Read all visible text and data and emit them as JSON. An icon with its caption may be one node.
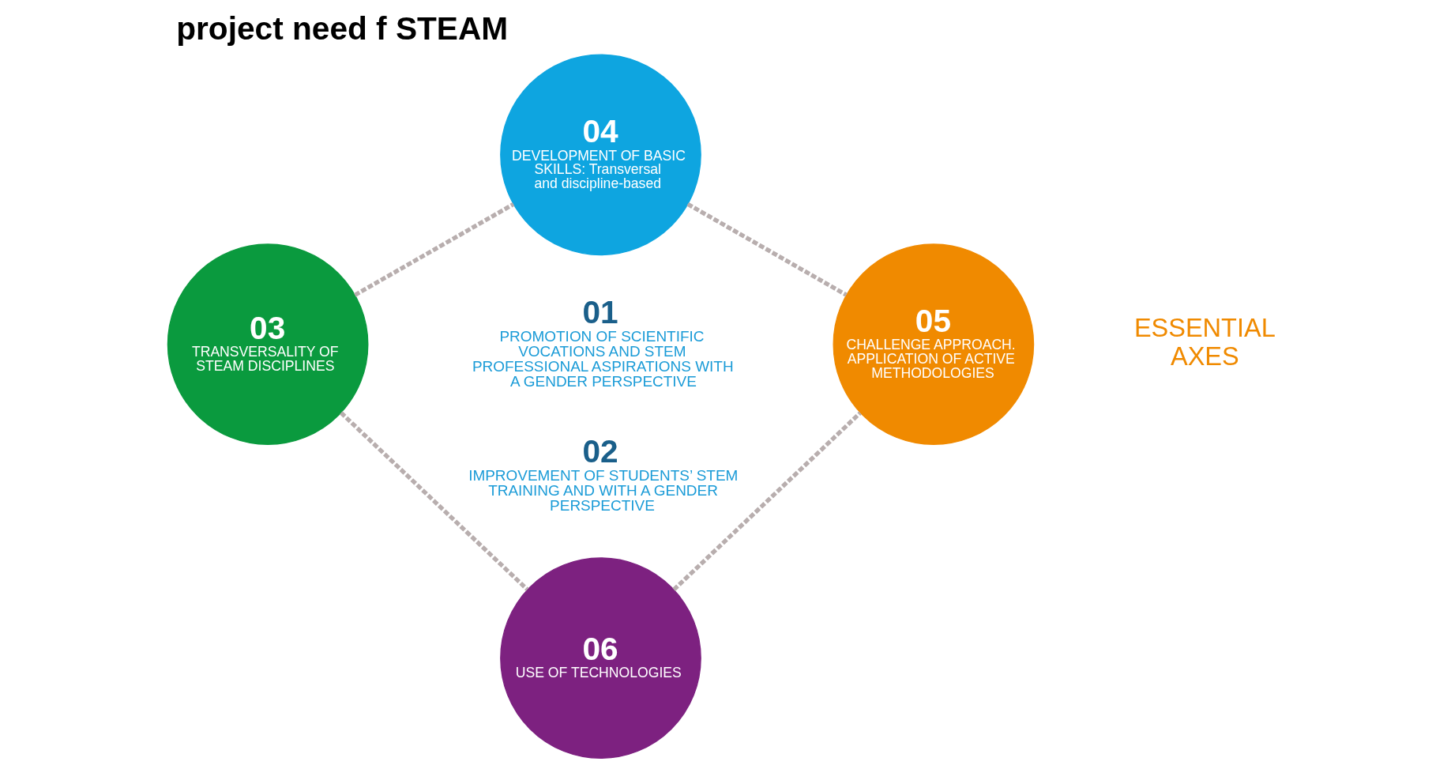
{
  "diagram": {
    "title": "project need f STEAM",
    "nodes": [
      {
        "text": [
          "04",
          "DEVELOPMENT OF BASIC SKILLS: Transversal and discipline-based"
        ]
      },
      {
        "text": [
          "03",
          "TRANSVERSALITY OF STEAM DISCIPLINES"
        ]
      },
      {
        "text": [
          "05",
          "CHALLENGE APPROACH. APPLICATION OF ACTIVE METHODOLOGIES"
        ]
      },
      {
        "text": [
          "06",
          "USE OF TECHNOLOGIES"
        ]
      }
    ],
    "edges": [
      {
        "from": 1,
        "to": 0,
        "arrow": "none",
        "style": "dashed"
      },
      {
        "from": 0,
        "to": 2,
        "arrow": "none",
        "style": "dashed"
      },
      {
        "from": 3,
        "to": 2,
        "arrow": "none",
        "style": "dashed"
      },
      {
        "from": 1,
        "to": 3,
        "arrow": "none",
        "style": "dashed"
      }
    ],
    "labels": [
      "01",
      "PROMOTION OF SCIENTIFIC VOCATIONS AND STEM PROFESSIONAL ASPIRATIONS WITH A GENDER PERSPECTIVE",
      "02",
      "IMPROVEMENT OF STUDENTS’ STEM TRAINING AND WITH A GENDER PERSPECTIVE",
      "ESSENTIAL AXES"
    ]
  }
}
